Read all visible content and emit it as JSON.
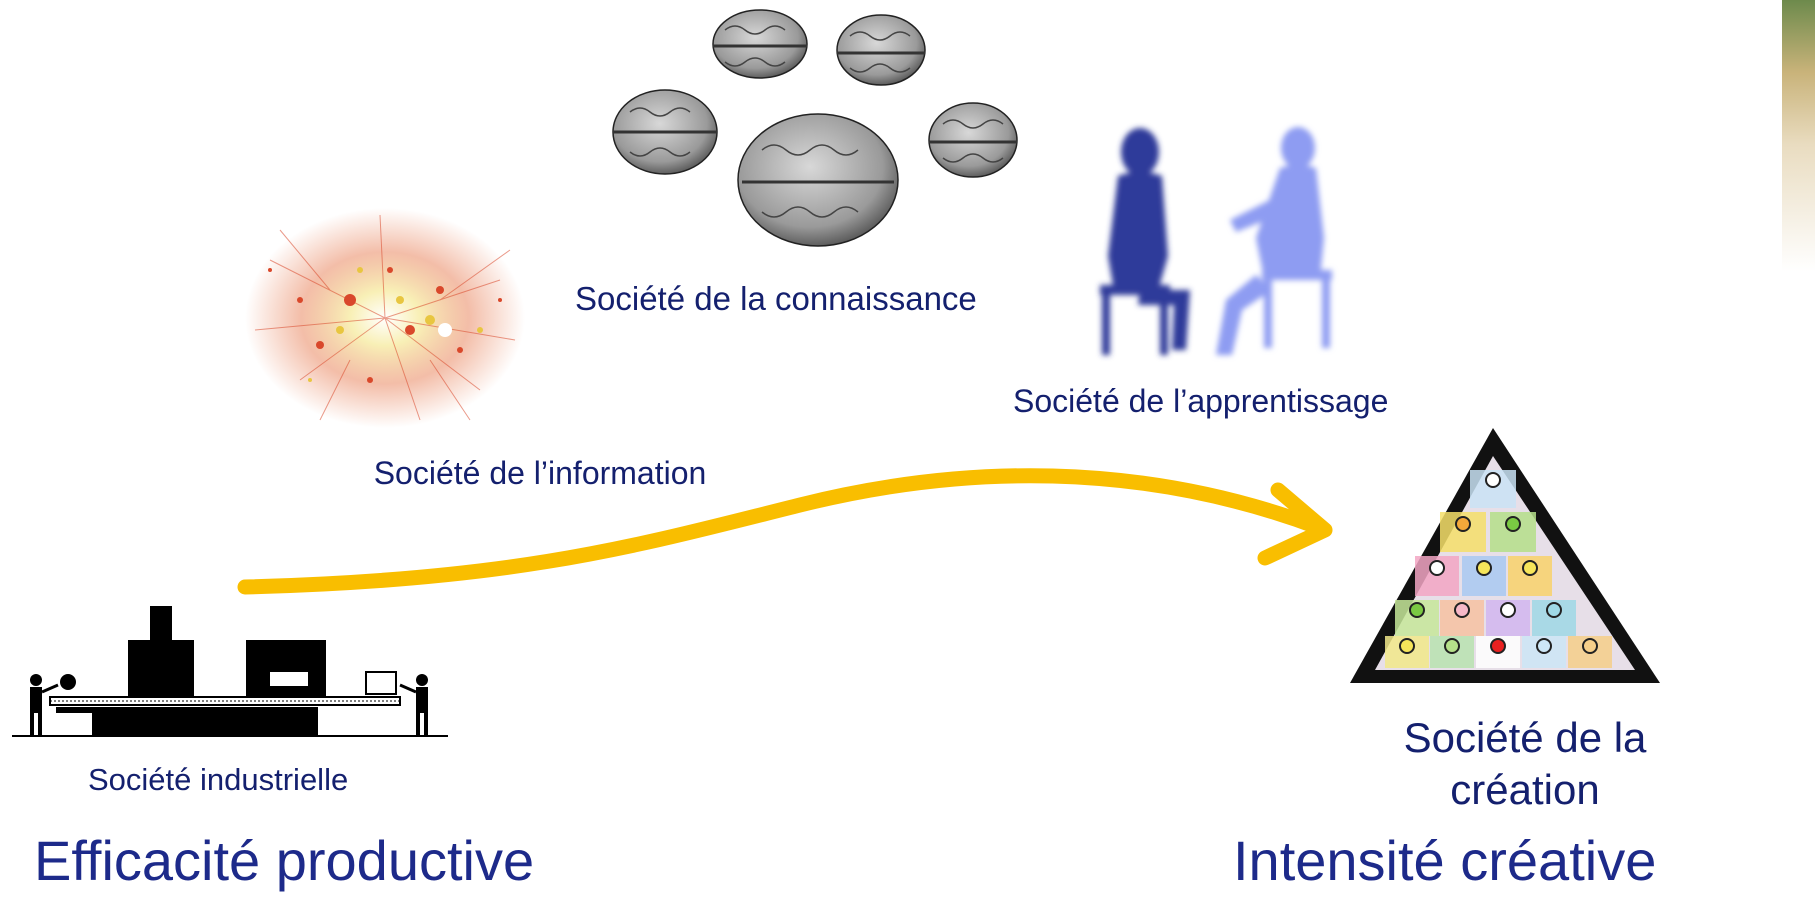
{
  "stages": {
    "industrial": "Société industrielle",
    "information": "Société de l’information",
    "knowledge": "Société de la connaissance",
    "learning": "Société de l’apprentissage",
    "creation_line1": "Société de la",
    "creation_line2": "création"
  },
  "outcomes": {
    "left": "Efficacité productive",
    "right": "Intensité créative"
  },
  "colors": {
    "text": "#14206e",
    "arrow": "#f9be00",
    "learner_dark": "#2f3a9a",
    "learner_light": "#8e9cf2",
    "pyramid": "#111111"
  }
}
